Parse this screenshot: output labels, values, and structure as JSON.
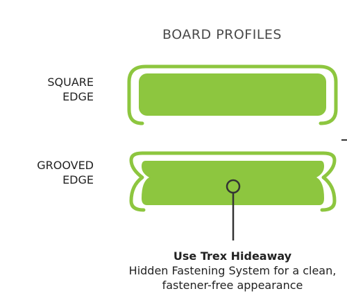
{
  "title": "BOARD PROFILES",
  "profiles": [
    {
      "line1": "SQUARE",
      "line2": "EDGE"
    },
    {
      "line1": "GROOVED",
      "line2": "EDGE"
    }
  ],
  "callout": {
    "heading": "Use Trex Hideaway",
    "line1": "Hidden Fastening System for a clean,",
    "line2": "fastener-free appearance"
  },
  "colors": {
    "board_fill": "#8dc63f",
    "board_outline": "#8dc63f",
    "callout_line": "#333333"
  }
}
